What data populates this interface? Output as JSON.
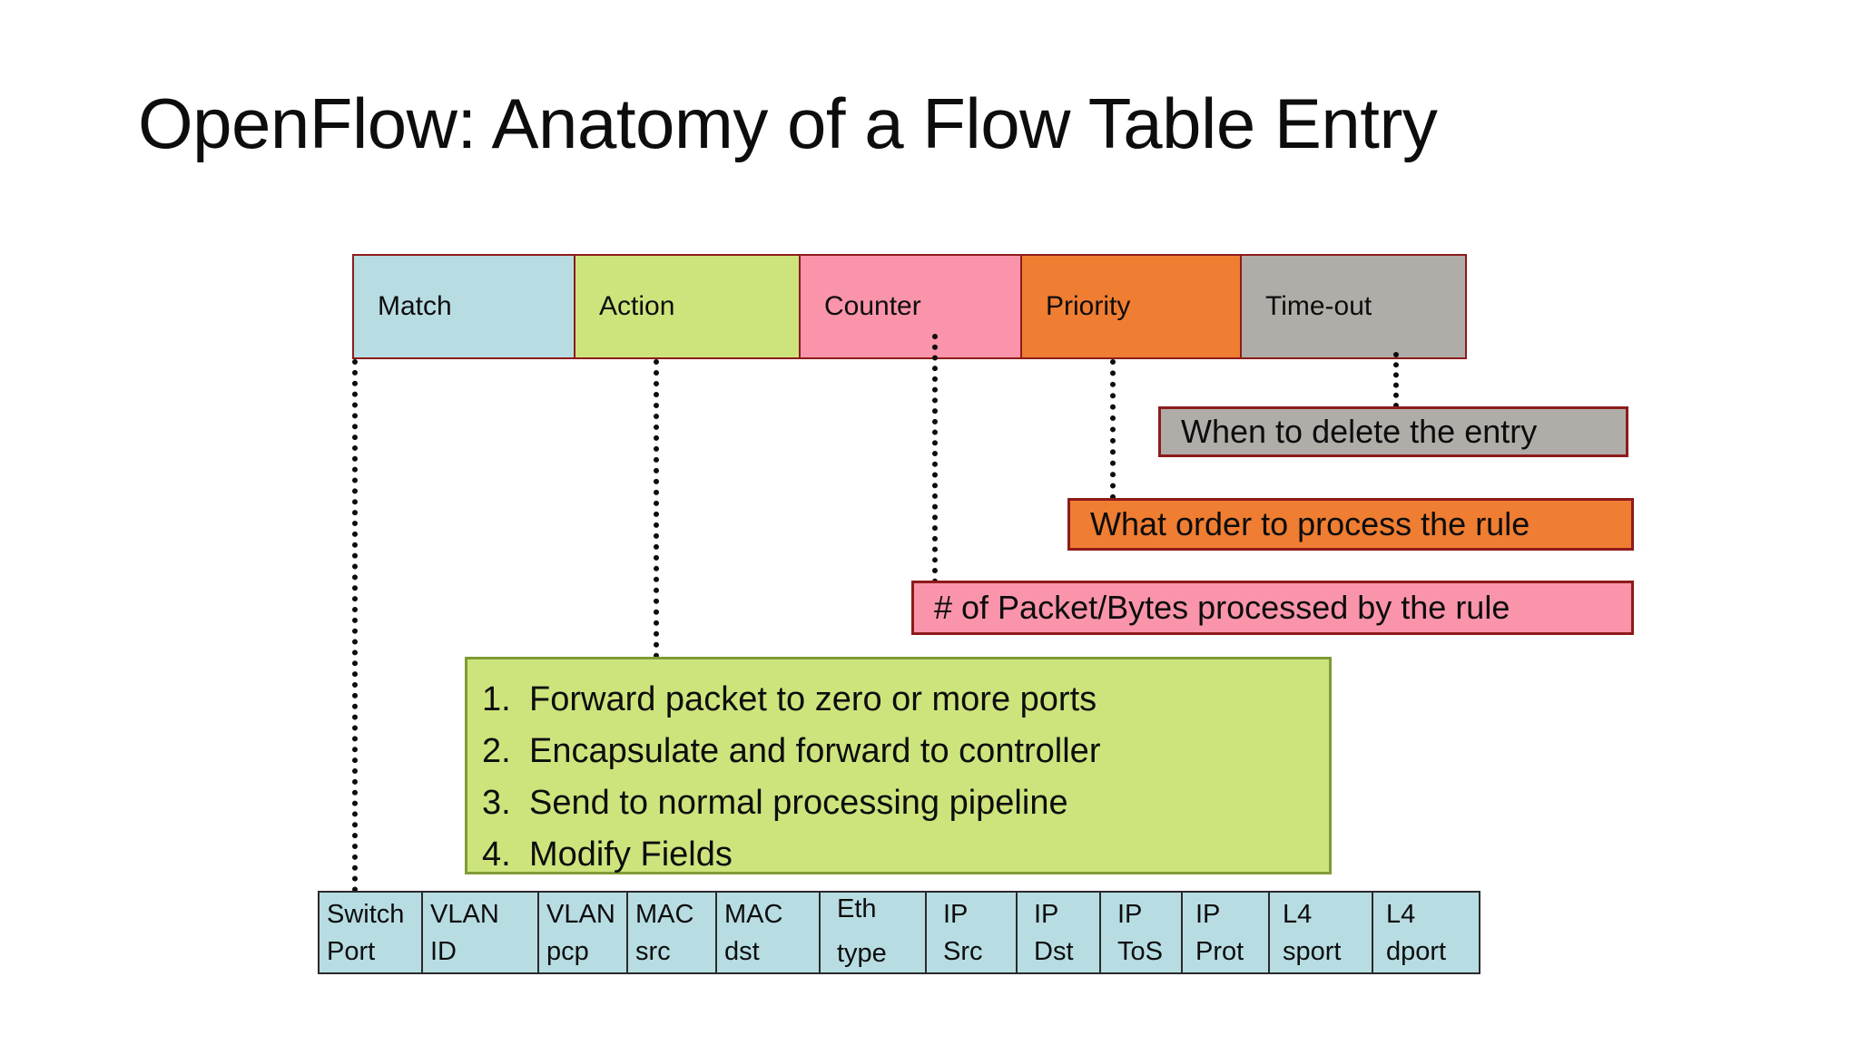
{
  "slide": {
    "title": "OpenFlow: Anatomy of a Flow Table Entry",
    "background_color": "#ffffff"
  },
  "colors": {
    "match_blue": "#b7dde3",
    "action_green": "#cde47d",
    "counter_pink": "#f994ab",
    "priority_orange": "#ef7d32",
    "timeout_gray": "#b0aca8",
    "border_dark_red": "#8d1b1b",
    "text": "#0d0d0d"
  },
  "header_bar": {
    "cells": [
      {
        "label": "Match",
        "color": "#b7dde3"
      },
      {
        "label": "Action",
        "color": "#cde47d"
      },
      {
        "label": "Counter",
        "color": "#f994ab"
      },
      {
        "label": "Priority",
        "color": "#ef7d32"
      },
      {
        "label": "Time-out",
        "color": "#b0aca8"
      }
    ]
  },
  "callouts": {
    "timeout": {
      "text": "When to delete the entry",
      "color": "#b0aca8"
    },
    "priority": {
      "text": "What order to process the rule",
      "color": "#ef7d32"
    },
    "counter": {
      "text": "# of Packet/Bytes processed by the rule",
      "color": "#f994ab"
    }
  },
  "action_box": {
    "color": "#cde47d",
    "items": [
      {
        "num": "1.",
        "text": "Forward packet to zero or more ports"
      },
      {
        "num": "2.",
        "text": "Encapsulate and forward to controller"
      },
      {
        "num": "3.",
        "text": "Send to normal processing pipeline"
      },
      {
        "num": "4.",
        "text": "Modify Fields"
      }
    ]
  },
  "match_fields": {
    "color": "#b7dde3",
    "cells": [
      {
        "line1": "Switch",
        "line2": "Port"
      },
      {
        "line1": "VLAN",
        "line2": "ID"
      },
      {
        "line1": "VLAN",
        "line2": "pcp"
      },
      {
        "line1": "MAC",
        "line2": "src"
      },
      {
        "line1": "MAC",
        "line2": "dst"
      },
      {
        "line1": "Eth",
        "line2": "type"
      },
      {
        "line1": "IP",
        "line2": "Src"
      },
      {
        "line1": "IP",
        "line2": "Dst"
      },
      {
        "line1": "IP",
        "line2": "ToS"
      },
      {
        "line1": "IP",
        "line2": "Prot"
      },
      {
        "line1": "L4",
        "line2": "sport"
      },
      {
        "line1": "L4",
        "line2": "dport"
      }
    ]
  }
}
